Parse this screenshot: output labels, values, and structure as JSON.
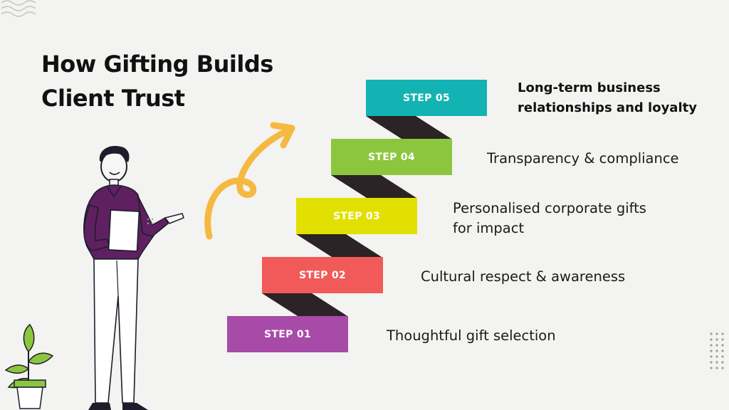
{
  "title": {
    "line1": "How Gifting Builds",
    "line2": "Client Trust"
  },
  "steps": [
    {
      "label": "STEP 01",
      "color": "#a84aa8",
      "desc_lines": [
        "Thoughtful gift selection"
      ]
    },
    {
      "label": "STEP 02",
      "color": "#f25a5a",
      "desc_lines": [
        "Cultural respect & awareness"
      ]
    },
    {
      "label": "STEP 03",
      "color": "#e1e000",
      "desc_lines": [
        "Personalised corporate gifts",
        "for impact"
      ]
    },
    {
      "label": "STEP 04",
      "color": "#8cc63f",
      "desc_lines": [
        "Transparency & compliance"
      ]
    },
    {
      "label": "STEP 05",
      "color": "#14b3b3",
      "desc_lines": [
        "Long-term business",
        "relationships and loyalty"
      ]
    }
  ],
  "colors": {
    "connector": "#2b2326",
    "arrow": "#f5b942",
    "shirt": "#5e2060",
    "plant_leaf": "#8cc63f",
    "plant_pot": "#8cc63f"
  },
  "icons": [
    "wave-lines-icon",
    "curved-arrow-icon",
    "presenter-illustration",
    "plant-illustration",
    "dot-grid-icon"
  ]
}
